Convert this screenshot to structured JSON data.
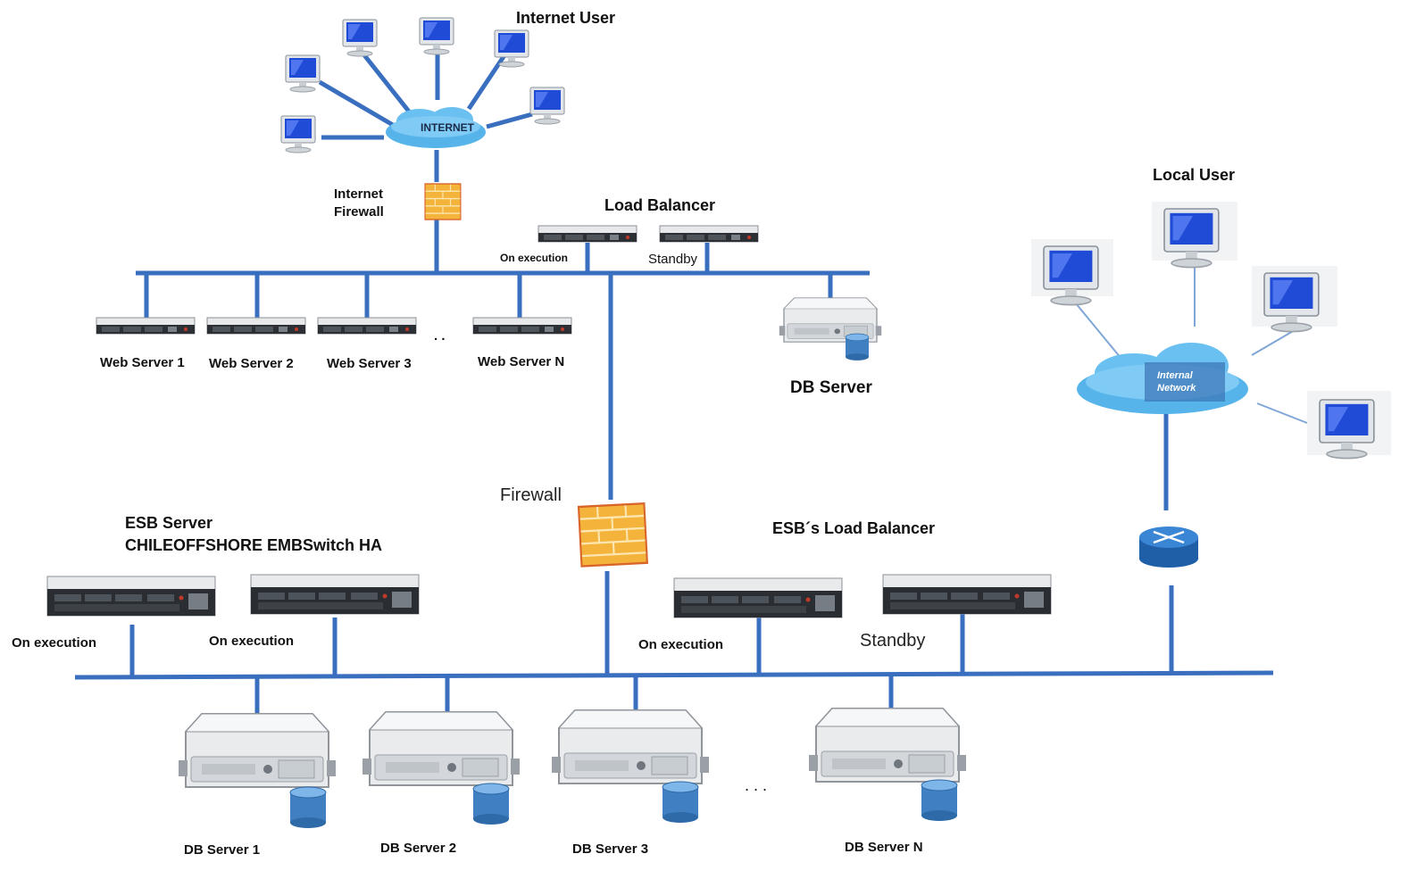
{
  "labels": {
    "internet_user": "Internet User",
    "internet_cloud": "INTERNET",
    "internet_firewall": "Internet\nFirewall",
    "load_balancer": "Load Balancer",
    "lb_on_execution": "On execution",
    "lb_standby": "Standby",
    "web_server_1": "Web Server 1",
    "web_server_2": "Web Server 2",
    "web_server_3": "Web Server 3",
    "web_server_n": "Web Server N",
    "web_ellipsis": ". .",
    "db_server": "DB Server",
    "firewall": "Firewall",
    "local_user": "Local User",
    "internal_network": "Internal\nNetwork",
    "esb_server": "ESB Server",
    "esb_server_name": "CHILEOFFSHORE EMBSwitch HA",
    "esb_on_execution_1": "On execution",
    "esb_on_execution_2": "On execution",
    "esb_load_balancer": "ESB´s Load Balancer",
    "esb_lb_on_execution": "On execution",
    "esb_lb_standby": "Standby",
    "db_server_1": "DB Server 1",
    "db_server_2": "DB Server 2",
    "db_server_3": "DB Server 3",
    "db_server_n": "DB Server N",
    "db_ellipsis": ". . ."
  },
  "colors": {
    "link": "#3a6fbf",
    "firewall": "#e8712a",
    "cloud": "#4fb0e8",
    "router": "#2d6fb8"
  },
  "icons": {
    "pc": "desktop-computer-icon",
    "cloud": "cloud-icon",
    "firewall": "firewall-brick-icon",
    "rack": "rack-server-icon",
    "db": "database-server-icon",
    "router": "router-icon"
  }
}
